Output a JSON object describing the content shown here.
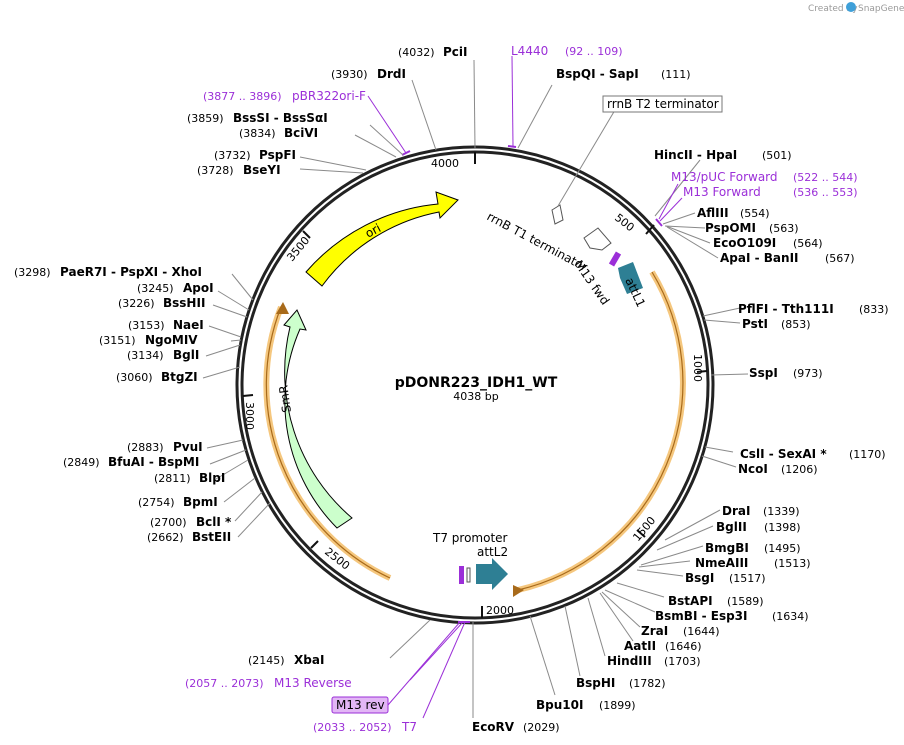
{
  "header": {
    "created_by": "Created by",
    "brand": "SnapGene"
  },
  "plasmid": {
    "name": "pDONR223_IDH1_WT",
    "length_label": "4038 bp"
  },
  "tick_labels": [
    "500",
    "1000",
    "1500",
    "2000",
    "2500",
    "3000",
    "3500",
    "4000"
  ],
  "features": {
    "ori": "ori",
    "smr": "SmR",
    "rrnb_t1": "rrnB T1 terminator",
    "rrnb_t2": "rrnB T2 terminator",
    "attl1": "attL1",
    "m13fwd": "M13 fwd",
    "t7_promoter": "T7 promoter",
    "attl2": "attL2",
    "m13rev": "M13 rev"
  },
  "sites": [
    {
      "name": "PciI",
      "pos": "(4032)"
    },
    {
      "name": "DrdI",
      "pos": "(3930)"
    },
    {
      "name": "BssSI  -  BssSαI",
      "pos": "(3859)"
    },
    {
      "name": "BciVI",
      "pos": "(3834)"
    },
    {
      "name": "PspFI",
      "pos": "(3732)"
    },
    {
      "name": "BseYI",
      "pos": "(3728)"
    },
    {
      "name": "PaeR7I  -  PspXI  -  XhoI",
      "pos": "(3298)"
    },
    {
      "name": "ApoI",
      "pos": "(3245)"
    },
    {
      "name": "BssHII",
      "pos": "(3226)"
    },
    {
      "name": "NaeI",
      "pos": "(3153)"
    },
    {
      "name": "NgoMIV",
      "pos": "(3151)"
    },
    {
      "name": "BglI",
      "pos": "(3134)"
    },
    {
      "name": "BtgZI",
      "pos": "(3060)"
    },
    {
      "name": "PvuI",
      "pos": "(2883)"
    },
    {
      "name": "BfuAI  -  BspMI",
      "pos": "(2849)"
    },
    {
      "name": "BlpI",
      "pos": "(2811)"
    },
    {
      "name": "BpmI",
      "pos": "(2754)"
    },
    {
      "name": "BclI *",
      "pos": "(2700)"
    },
    {
      "name": "BstEII",
      "pos": "(2662)"
    },
    {
      "name": "XbaI",
      "pos": "(2145)"
    },
    {
      "name": "EcoRV",
      "pos": "(2029)"
    },
    {
      "name": "Bpu10I",
      "pos": "(1899)"
    },
    {
      "name": "BspHI",
      "pos": "(1782)"
    },
    {
      "name": "HindIII",
      "pos": "(1703)"
    },
    {
      "name": "AatII",
      "pos": "(1646)"
    },
    {
      "name": "ZraI",
      "pos": "(1644)"
    },
    {
      "name": "BsmBI  -  Esp3I",
      "pos": "(1634)"
    },
    {
      "name": "BstAPI",
      "pos": "(1589)"
    },
    {
      "name": "BsgI",
      "pos": "(1517)"
    },
    {
      "name": "NmeAIII",
      "pos": "(1513)"
    },
    {
      "name": "BmgBI",
      "pos": "(1495)"
    },
    {
      "name": "BglII",
      "pos": "(1398)"
    },
    {
      "name": "DraI",
      "pos": "(1339)"
    },
    {
      "name": "NcoI",
      "pos": "(1206)"
    },
    {
      "name": "CslI  -  SexAI *",
      "pos": "(1170)"
    },
    {
      "name": "SspI",
      "pos": "(973)"
    },
    {
      "name": "PstI",
      "pos": "(853)"
    },
    {
      "name": "PflFI  -  Tth111I",
      "pos": "(833)"
    },
    {
      "name": "ApaI  -  BanII",
      "pos": "(567)"
    },
    {
      "name": "EcoO109I",
      "pos": "(564)"
    },
    {
      "name": "PspOMI",
      "pos": "(563)"
    },
    {
      "name": "AflIII",
      "pos": "(554)"
    },
    {
      "name": "HincII  -  HpaI",
      "pos": "(501)"
    },
    {
      "name": "BspQI  -  SapI",
      "pos": "(111)"
    }
  ],
  "primers": [
    {
      "name": "L4440",
      "range": "(92 .. 109)"
    },
    {
      "name": "pBR322ori-F",
      "range": "(3877 .. 3896)"
    },
    {
      "name": "M13/pUC Forward",
      "range": "(522 .. 544)"
    },
    {
      "name": "M13 Forward",
      "range": "(536 .. 553)"
    },
    {
      "name": "M13 Reverse",
      "range": "(2057 .. 2073)"
    },
    {
      "name": "T7",
      "range": "(2033 .. 2052)"
    }
  ],
  "colors": {
    "backbone": "#222222",
    "ori": "#ffff00",
    "smr": "#ccffcc",
    "insert_arrow": "#f5c77e",
    "attl": "#2e7f94",
    "primer": "#9b2fd8",
    "leader": "#8a8a8a"
  }
}
